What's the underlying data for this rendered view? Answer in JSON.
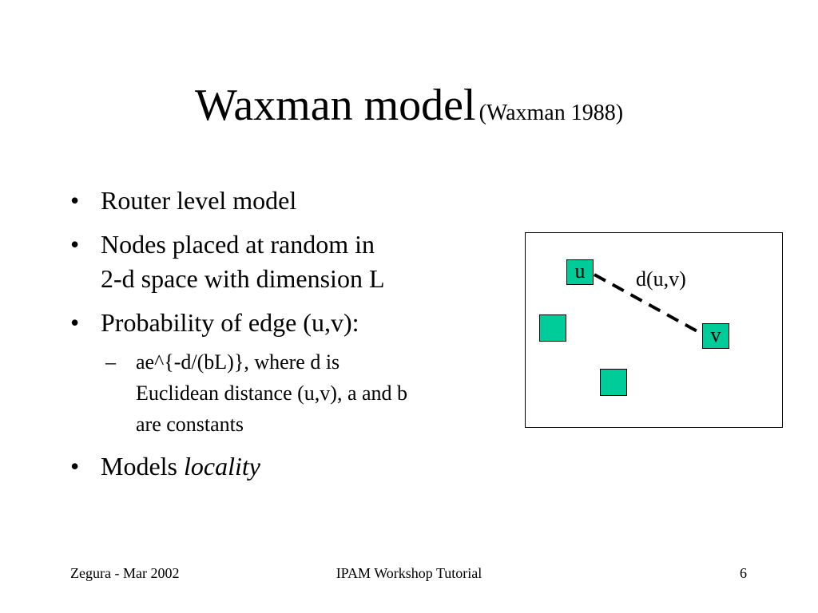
{
  "title": {
    "main": "Waxman model",
    "sub": "(Waxman 1988)"
  },
  "bullets": {
    "b1": "Router level model",
    "b2_line1": "Nodes placed at random in",
    "b2_line2": "2-d space with dimension L",
    "b3": "Probability of edge (u,v):",
    "sub_line1": "ae^{-d/(bL)}, where d is",
    "sub_line2": "Euclidean distance (u,v), a and b",
    "sub_line3": "are constants",
    "b4_prefix": "Models",
    "b4_emphasis": "locality",
    "bullet_glyph": "•",
    "dash_glyph": "–"
  },
  "diagram": {
    "node_u_label": "u",
    "node_v_label": "v",
    "edge_label": "d(u,v)",
    "node_color": "#00cc99",
    "edge_color": "#000000"
  },
  "footer": {
    "left": "Zegura - Mar 2002",
    "center": "IPAM Workshop Tutorial",
    "right": "6"
  }
}
